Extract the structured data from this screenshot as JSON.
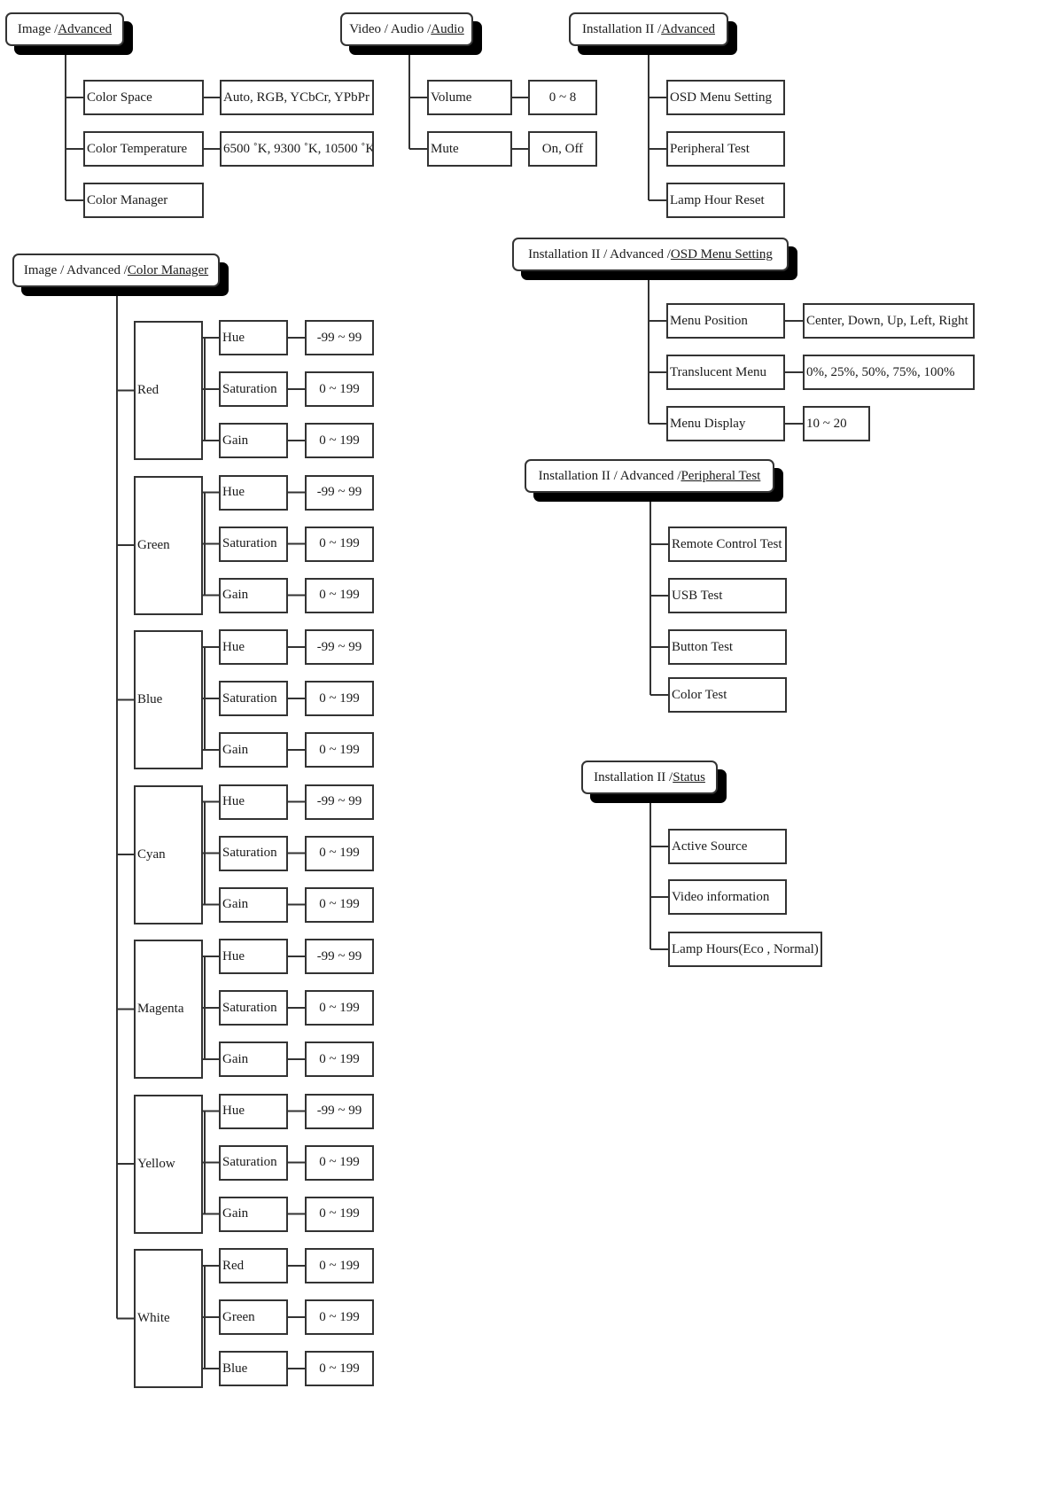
{
  "image_advanced": {
    "header": {
      "path": "Image / ",
      "current": "Advanced"
    },
    "items": [
      {
        "label": "Color Space",
        "value": "Auto, RGB, YCbCr, YPbPr"
      },
      {
        "label": "Color Temperature",
        "value": "6500 ˚K, 9300 ˚K, 10500 ˚K"
      },
      {
        "label": "Color Manager"
      }
    ]
  },
  "audio": {
    "header": {
      "path": "Video / Audio / ",
      "current": "Audio"
    },
    "items": [
      {
        "label": "Volume",
        "value": "0 ~ 8"
      },
      {
        "label": "Mute",
        "value": "On, Off"
      }
    ]
  },
  "install_advanced": {
    "header": {
      "path": "Installation II / ",
      "current": "Advanced"
    },
    "items": [
      {
        "label": "OSD Menu Setting"
      },
      {
        "label": "Peripheral Test"
      },
      {
        "label": "Lamp Hour Reset"
      }
    ]
  },
  "osd_menu_setting": {
    "header": {
      "path": "Installation II / Advanced / ",
      "current": "OSD Menu Setting"
    },
    "items": [
      {
        "label": "Menu Position",
        "value": "Center, Down, Up, Left, Right"
      },
      {
        "label": "Translucent Menu",
        "value": "0%, 25%, 50%, 75%, 100%"
      },
      {
        "label": "Menu Display",
        "value": "10 ~ 20"
      }
    ]
  },
  "peripheral_test": {
    "header": {
      "path": "Installation II / Advanced / ",
      "current": "Peripheral Test"
    },
    "items": [
      {
        "label": "Remote Control Test"
      },
      {
        "label": "USB Test"
      },
      {
        "label": "Button Test"
      },
      {
        "label": "Color Test"
      }
    ]
  },
  "status": {
    "header": {
      "path": "Installation II / ",
      "current": "Status"
    },
    "items": [
      {
        "label": "Active Source"
      },
      {
        "label": "Video information"
      },
      {
        "label": "Lamp Hours(Eco , Normal)"
      }
    ]
  },
  "color_manager": {
    "header": {
      "path": "Image / Advanced / ",
      "current": "Color Manager"
    },
    "groups": [
      {
        "name": "Red",
        "params": [
          {
            "label": "Hue",
            "value": "-99 ~ 99"
          },
          {
            "label": "Saturation",
            "value": "0 ~ 199"
          },
          {
            "label": "Gain",
            "value": "0 ~ 199"
          }
        ]
      },
      {
        "name": "Green",
        "params": [
          {
            "label": "Hue",
            "value": "-99 ~ 99"
          },
          {
            "label": "Saturation",
            "value": "0 ~ 199"
          },
          {
            "label": "Gain",
            "value": "0 ~ 199"
          }
        ]
      },
      {
        "name": "Blue",
        "params": [
          {
            "label": "Hue",
            "value": "-99 ~ 99"
          },
          {
            "label": "Saturation",
            "value": "0 ~ 199"
          },
          {
            "label": "Gain",
            "value": "0 ~ 199"
          }
        ]
      },
      {
        "name": "Cyan",
        "params": [
          {
            "label": "Hue",
            "value": "-99 ~ 99"
          },
          {
            "label": "Saturation",
            "value": "0 ~ 199"
          },
          {
            "label": "Gain",
            "value": "0 ~ 199"
          }
        ]
      },
      {
        "name": "Magenta",
        "params": [
          {
            "label": "Hue",
            "value": "-99 ~ 99"
          },
          {
            "label": "Saturation",
            "value": "0 ~ 199"
          },
          {
            "label": "Gain",
            "value": "0 ~ 199"
          }
        ]
      },
      {
        "name": "Yellow",
        "params": [
          {
            "label": "Hue",
            "value": "-99 ~ 99"
          },
          {
            "label": "Saturation",
            "value": "0 ~ 199"
          },
          {
            "label": "Gain",
            "value": "0 ~ 199"
          }
        ]
      },
      {
        "name": "White",
        "params": [
          {
            "label": "Red",
            "value": "0 ~ 199"
          },
          {
            "label": "Green",
            "value": "0 ~ 199"
          },
          {
            "label": "Blue",
            "value": "0 ~ 199"
          }
        ]
      }
    ]
  },
  "colors": {
    "line": "#333333",
    "shadow": "#000000",
    "background": "#ffffff"
  }
}
